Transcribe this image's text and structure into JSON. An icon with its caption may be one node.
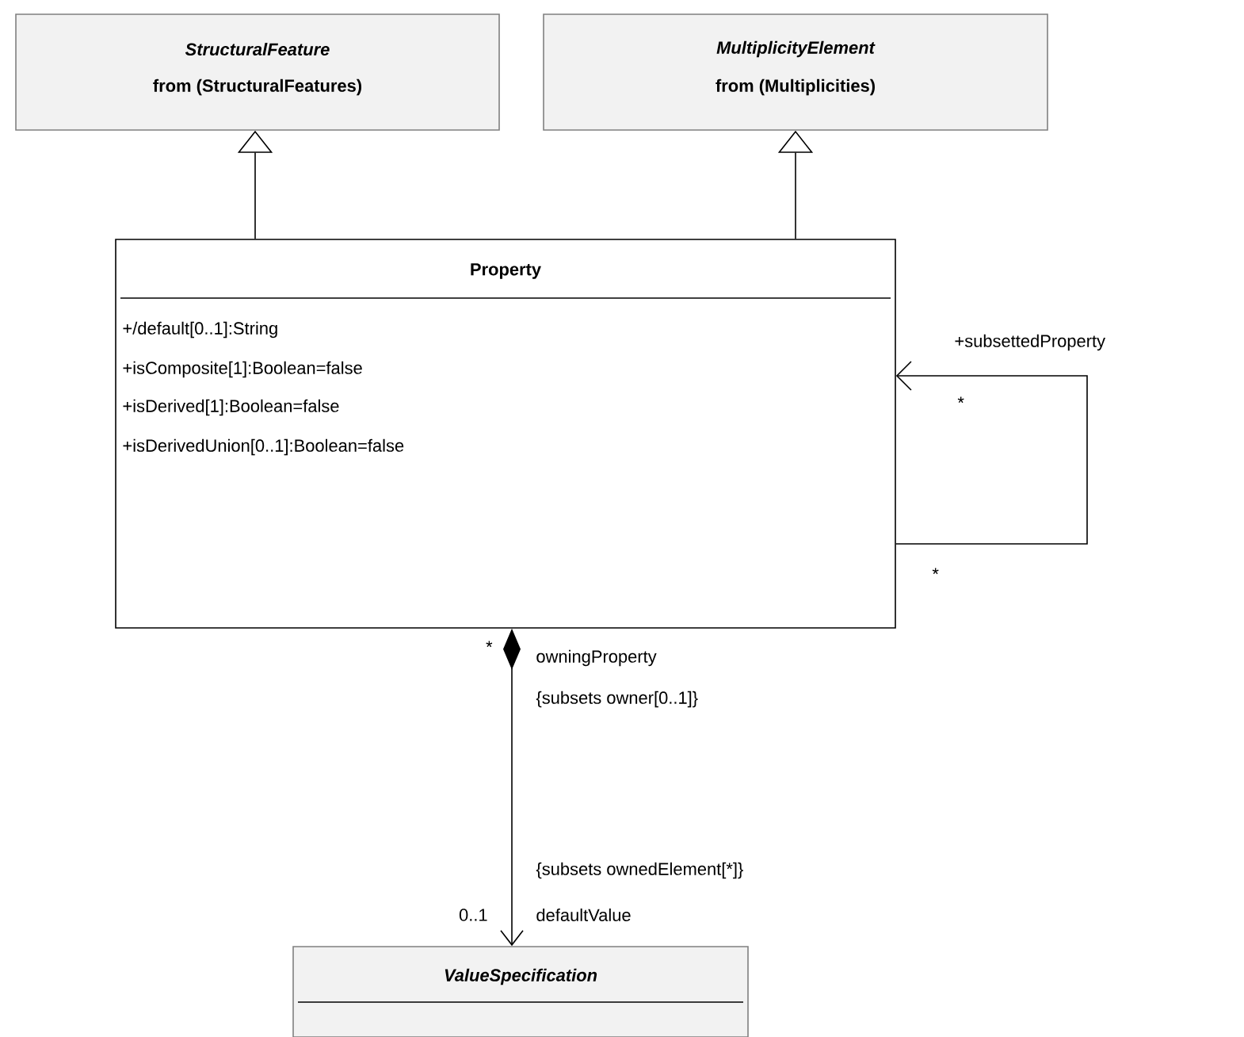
{
  "diagram": {
    "nodes": [
      {
        "text": [
          "StructuralFeature",
          "from (StructuralFeatures)"
        ]
      },
      {
        "text": [
          "MultiplicityElement",
          "from (Multiplicities)"
        ]
      },
      {
        "text": [
          "Property",
          "+/default[0..1]:String",
          "+isComposite[1]:Boolean=false",
          "+isDerived[1]:Boolean=false",
          "+isDerivedUnion[0..1]:Boolean=false"
        ]
      },
      {
        "text": [
          "ValueSpecification"
        ]
      }
    ],
    "edges": [
      {
        "from": 2,
        "to": 0,
        "arrow": "to"
      },
      {
        "from": 2,
        "to": 1,
        "arrow": "to"
      },
      {
        "from": 2,
        "to": 2,
        "arrow": "to"
      },
      {
        "from": 2,
        "to": 3,
        "arrow": "to"
      }
    ],
    "labels": [
      "+subsettedProperty",
      "*",
      "*",
      "*",
      "owningProperty",
      "{subsets owner[0..1]}",
      "{subsets ownedElement[*]}",
      "0..1",
      "defaultValue"
    ]
  }
}
